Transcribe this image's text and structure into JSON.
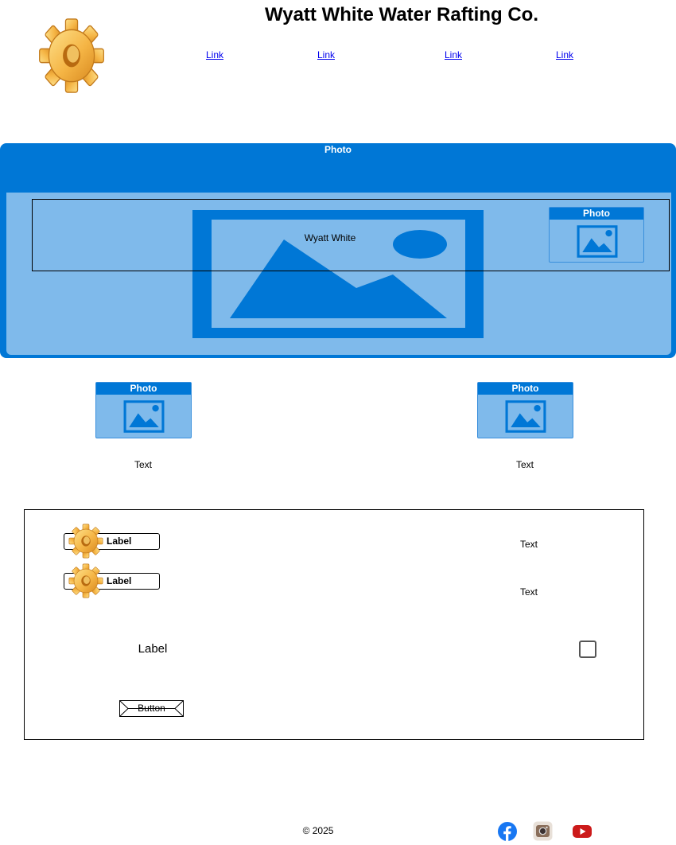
{
  "header": {
    "title": "Wyatt White Water Rafting Co.",
    "links": [
      "Link",
      "Link",
      "Link",
      "Link"
    ],
    "logo_icon": "gear-icon"
  },
  "hero": {
    "photo_label": "Photo",
    "caption": "Wyatt White",
    "thumb_label": "Photo",
    "primary_color": "#0077d6",
    "light_color": "#7fbaeb"
  },
  "gallery": [
    {
      "photo_label": "Photo",
      "text": "Text"
    },
    {
      "photo_label": "Photo",
      "text": "Text"
    }
  ],
  "panel": {
    "rows": [
      {
        "label": "Label",
        "icon": "gear-icon",
        "text": "Text"
      },
      {
        "label": "Label",
        "icon": "gear-icon",
        "text": "Text"
      }
    ],
    "checkbox_label": "Label",
    "button_label": "Button"
  },
  "footer": {
    "copyright": "© 2025",
    "social": [
      {
        "name": "facebook-icon",
        "color": "#1877f2"
      },
      {
        "name": "instagram-icon",
        "color": "#8a6e5a"
      },
      {
        "name": "youtube-icon",
        "color": "#cc1a1a"
      }
    ]
  }
}
